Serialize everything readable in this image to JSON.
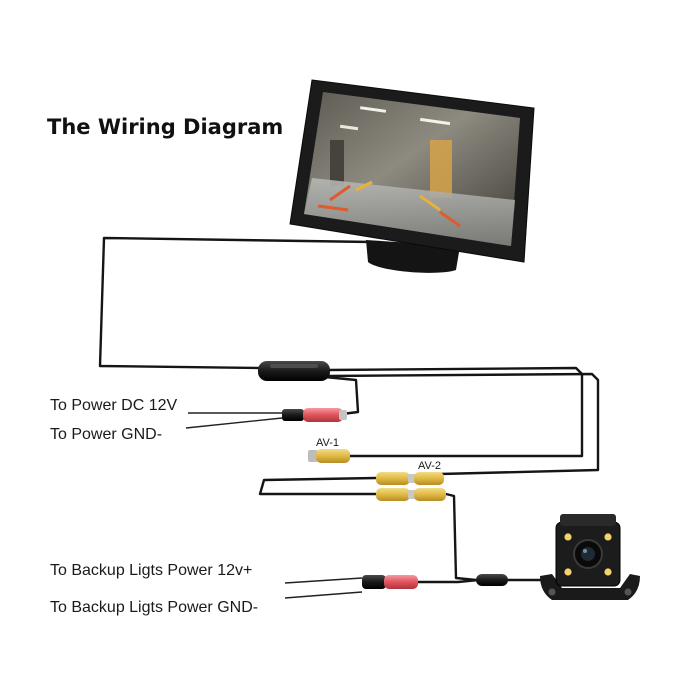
{
  "title": "The Wiring Diagram",
  "labels": {
    "power_dc": "To  Power DC 12V",
    "power_gnd": "To  Power GND-",
    "av1": "AV-1",
    "av2": "AV-2",
    "backup_power": "To Backup Ligts Power 12v+",
    "backup_gnd": "To Backup Ligts Power GND-"
  },
  "colors": {
    "wire": "#151515",
    "red_connector": "#e0535c",
    "yellow_connector": "#e6c24a",
    "monitor_bezel": "#1b1b1b"
  },
  "icons": {
    "monitor": "monitor-icon",
    "camera": "backup-camera-icon"
  }
}
